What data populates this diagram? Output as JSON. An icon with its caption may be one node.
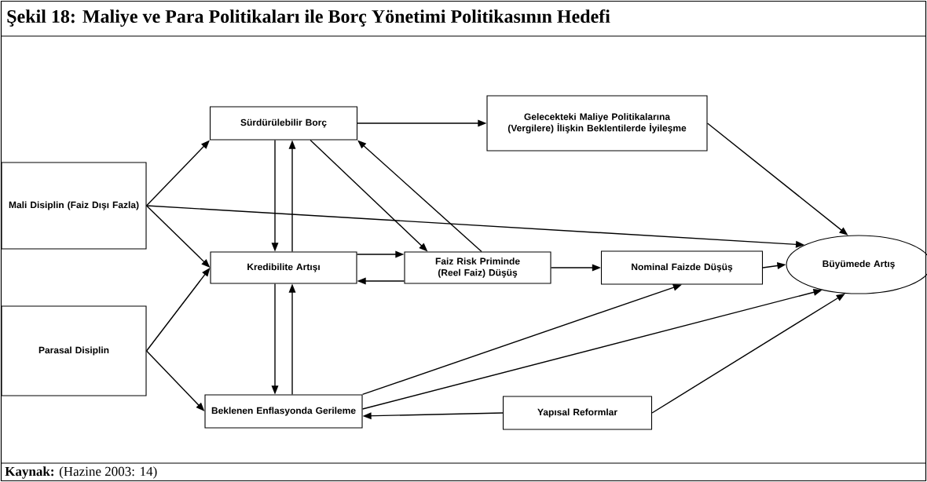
{
  "diagram": {
    "title": "Şekil 18: Maliye ve Para Politikaları ile Borç Yönetimi Politikasının Hedefi",
    "caption": "**Kaynak:** (Hazine 2003: 14)",
    "nodes": [
      {
        "text": [
          "Mali Disiplin (Faiz Dışı Fazla)"
        ]
      },
      {
        "text": [
          "Parasal Disiplin"
        ]
      },
      {
        "text": [
          "Sürdürülebilir Borç"
        ]
      },
      {
        "text": [
          "Gelecekteki Maliye Politikalarına (Vergilere) İlişkin Beklentilerde İyileşme"
        ]
      },
      {
        "text": [
          "Kredibilite Artışı"
        ]
      },
      {
        "text": [
          "Faiz Risk Priminde (Reel Faiz) Düşüş"
        ]
      },
      {
        "text": [
          "Nominal Faizde Düşüş"
        ]
      },
      {
        "text": [
          "Büyümede Artış"
        ]
      },
      {
        "text": [
          "Beklenen Enflasyonda Gerileme"
        ]
      },
      {
        "text": [
          "Yapısal Reformlar"
        ]
      }
    ],
    "edges": [
      {
        "from": 0,
        "to": 2,
        "arrow": "to"
      },
      {
        "from": 0,
        "to": 4,
        "arrow": "to"
      },
      {
        "from": 0,
        "to": 7,
        "arrow": "to"
      },
      {
        "from": 1,
        "to": 4,
        "arrow": "to"
      },
      {
        "from": 1,
        "to": 8,
        "arrow": "to"
      },
      {
        "from": 2,
        "to": 3,
        "arrow": "to"
      },
      {
        "from": 2,
        "to": 4,
        "arrow": "to"
      },
      {
        "from": 4,
        "to": 2,
        "arrow": "to"
      },
      {
        "from": 2,
        "to": 5,
        "arrow": "to"
      },
      {
        "from": 5,
        "to": 2,
        "arrow": "to"
      },
      {
        "from": 4,
        "to": 5,
        "arrow": "to"
      },
      {
        "from": 5,
        "to": 4,
        "arrow": "to"
      },
      {
        "from": 4,
        "to": 8,
        "arrow": "to"
      },
      {
        "from": 8,
        "to": 4,
        "arrow": "to"
      },
      {
        "from": 5,
        "to": 6,
        "arrow": "to"
      },
      {
        "from": 6,
        "to": 7,
        "arrow": "to"
      },
      {
        "from": 3,
        "to": 7,
        "arrow": "to"
      },
      {
        "from": 8,
        "to": 6,
        "arrow": "to"
      },
      {
        "from": 8,
        "to": 7,
        "arrow": "to"
      },
      {
        "from": 9,
        "to": 8,
        "arrow": "to"
      },
      {
        "from": 9,
        "to": 7,
        "arrow": "to"
      }
    ]
  }
}
